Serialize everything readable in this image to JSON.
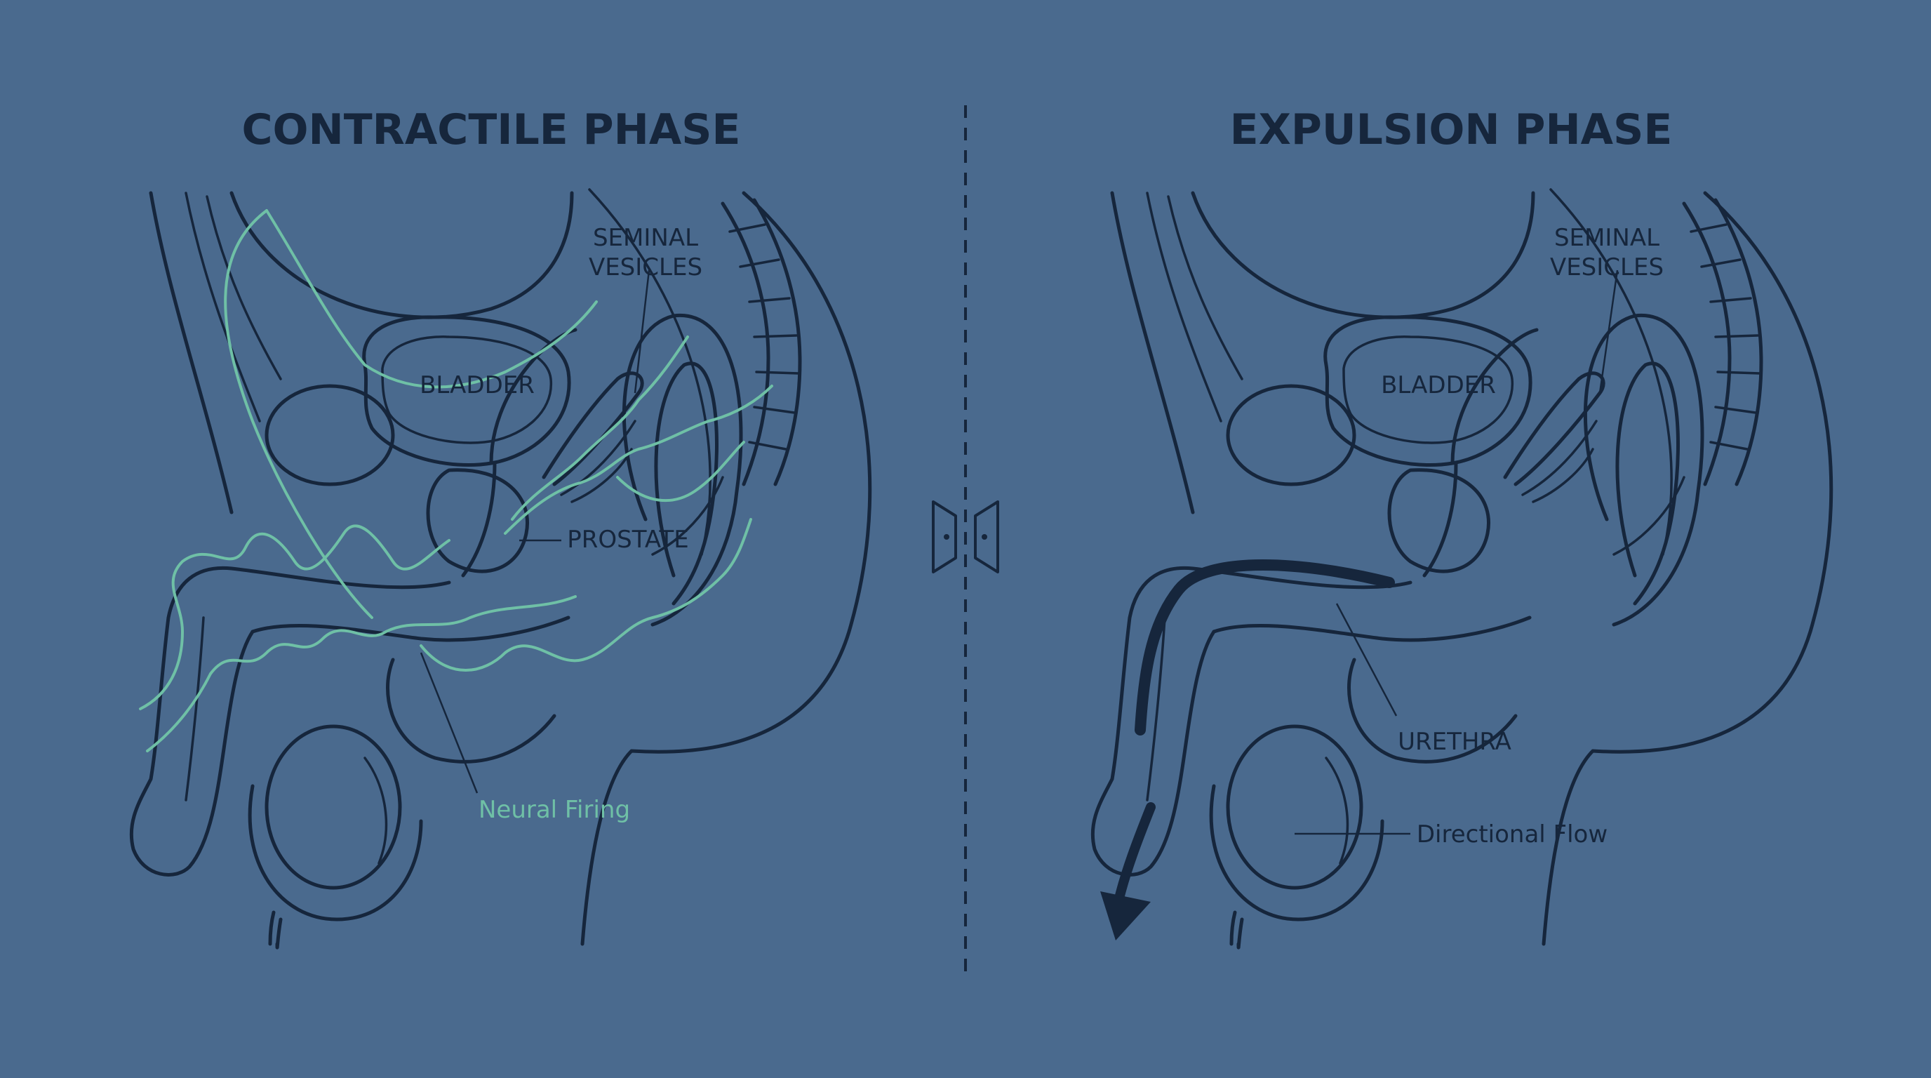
{
  "colors": {
    "background": "#4a6a8e",
    "ink": "#16263c",
    "neural": "#6fc0a6"
  },
  "left_panel": {
    "title": "CONTRACTILE PHASE",
    "labels": {
      "seminal_line1": "SEMINAL",
      "seminal_line2": "VESICLES",
      "bladder": "BLADDER",
      "prostate": "PROSTATE",
      "neural_firing": "Neural Firing"
    }
  },
  "right_panel": {
    "title": "EXPULSION PHASE",
    "labels": {
      "seminal_line1": "SEMINAL",
      "seminal_line2": "VESICLES",
      "bladder": "BLADDER",
      "urethra": "URETHRA",
      "directional_flow": "Directional Flow"
    }
  },
  "divider": {
    "icon": "phase-transition-icon"
  }
}
